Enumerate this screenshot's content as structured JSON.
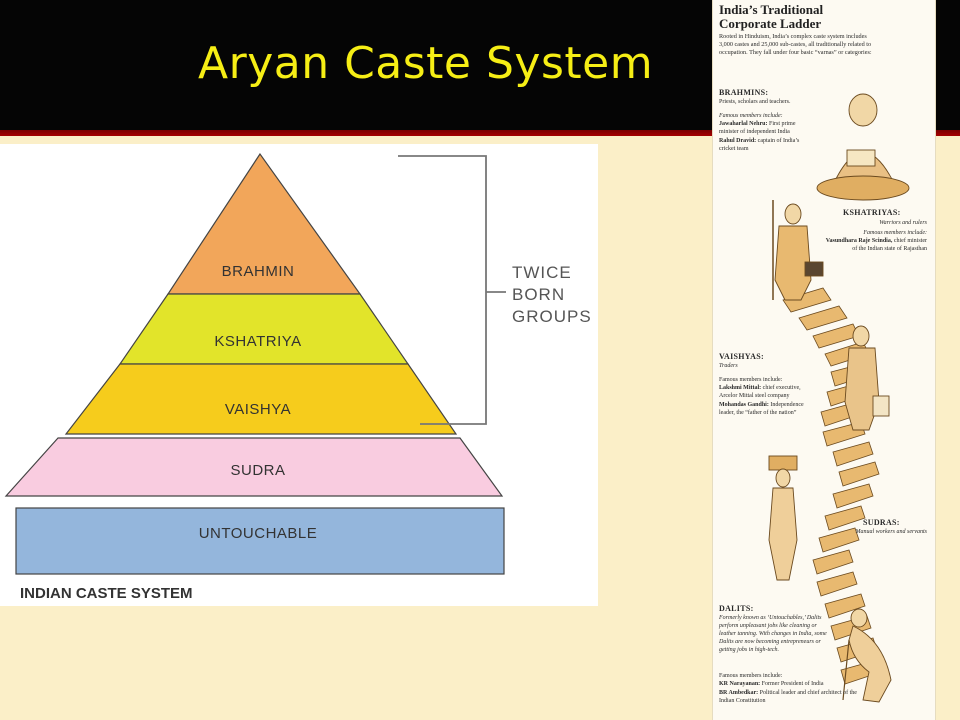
{
  "slide": {
    "title": "Aryan Caste System"
  },
  "pyramid": {
    "levels": [
      {
        "label": "BRAHMIN",
        "color": "#f2a65a"
      },
      {
        "label": "KSHATRIYA",
        "color": "#e2e42a"
      },
      {
        "label": "VAISHYA",
        "color": "#f6cc1c"
      },
      {
        "label": "SUDRA",
        "color": "#f9cce0"
      },
      {
        "label": "UNTOUCHABLE",
        "color": "#94b6dc"
      }
    ],
    "bracket_label": [
      "TWICE",
      "BORN",
      "GROUPS"
    ],
    "caption": "INDIAN CASTE SYSTEM"
  },
  "ladder": {
    "title": "India’s Traditional Corporate Ladder",
    "intro": "Rooted in Hinduism, India’s complex caste system includes 3,000 castes and 25,000 sub-castes, all traditionally related to occupation. They fall under four basic “varnas” or categories:",
    "brahmins": {
      "heading": "BRAHMINS:",
      "subtitle": "Priests, scholars and teachers.",
      "famous": "Famous members include:",
      "member1_name": "Jawaharlal Nehru:",
      "member1_desc": "First prime minister of independent India",
      "member2_name": "Rahul Dravid:",
      "member2_desc": "captain of India’s cricket team"
    },
    "kshatriyas": {
      "heading": "KSHATRIYAS:",
      "subtitle": "Warriors and rulers",
      "famous": "Famous members include:",
      "member1_name": "Vasundhara Raje Scindia,",
      "member1_desc": "chief minister of the Indian state of Rajasthan"
    },
    "vaishyas": {
      "heading": "VAISHYAS:",
      "subtitle": "Traders",
      "famous": "Famous members include:",
      "member1_name": "Lakshmi Mittal:",
      "member1_desc": "chief executive, Arcelor Mittal steel company",
      "member2_name": "Mohandas Gandhi:",
      "member2_desc": "Independence leader, the “father of the nation”"
    },
    "sudras": {
      "heading": "SUDRAS:",
      "subtitle": "Manual workers and servants"
    },
    "dalits": {
      "heading": "DALITS:",
      "desc": "Formerly known as ‘Untouchables,’ Dalits perform unpleasant jobs like cleaning or leather tanning. With changes in India, some Dalits are now becoming entrepreneurs or getting jobs in high-tech.",
      "famous": "Famous members include:",
      "member1_name": "KR Narayanan:",
      "member1_desc": "Former President of India",
      "member2_name": "BR Ambedkar:",
      "member2_desc": "Political leader and chief architect of the Indian Constitution"
    }
  }
}
